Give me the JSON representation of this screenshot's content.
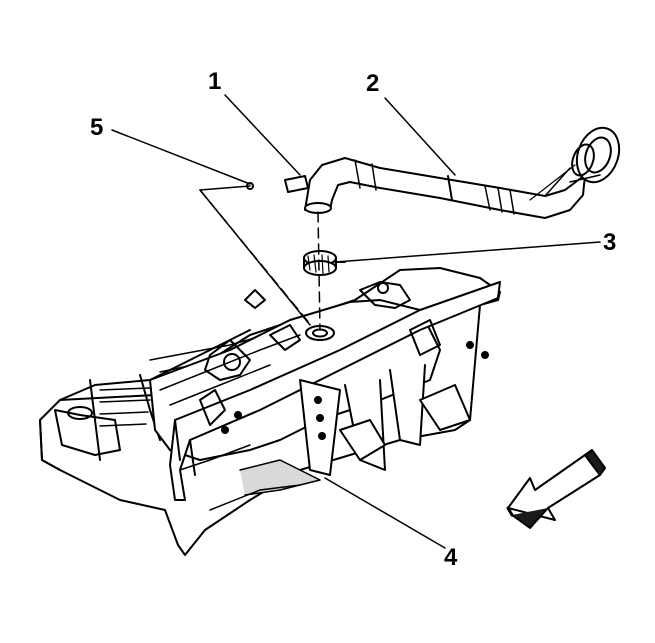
{
  "callouts": {
    "c1": "1",
    "c2": "2",
    "c3": "3",
    "c4": "4",
    "c5": "5"
  },
  "colors": {
    "ink": "#000000",
    "paper": "#ffffff",
    "shade": "#d9d9d9",
    "arrow_fill": "#1a1a1a"
  },
  "icons": {
    "direction": "front-direction-arrow-icon"
  }
}
